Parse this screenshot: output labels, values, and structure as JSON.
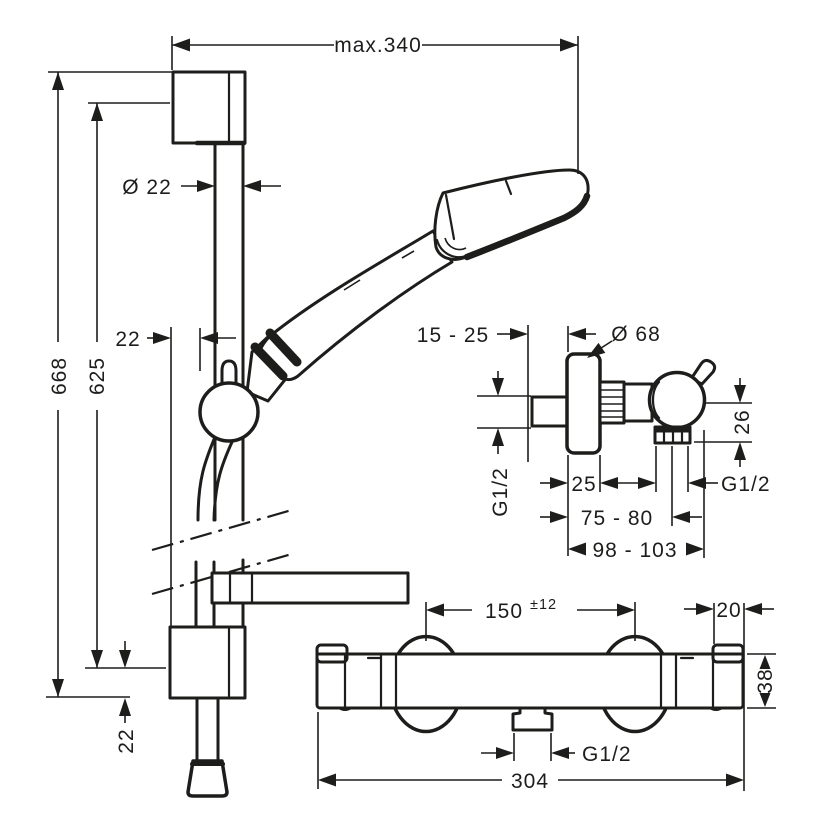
{
  "drawing": {
    "background": "#ffffff",
    "line_color": "#1d1d1b",
    "shower_unit": {
      "max_width": "max.340",
      "bar_diameter": "Ø 22",
      "total_height": "668",
      "hole_distance": "625",
      "slider_offset": "22",
      "bottom_offset": "22"
    },
    "mixer_side": {
      "wall_distance": "15 - 25",
      "escutcheon_diameter": "Ø 68",
      "escutcheon_depth": "25",
      "wall_thread": "G1/2",
      "outlet_thread": "G1/2",
      "outlet_drop": "26",
      "depth_inner": "75 - 80",
      "depth_outer": "98 - 103"
    },
    "mixer_front": {
      "connection_distance": "150",
      "connection_tolerance": "±12",
      "cap_width": "20",
      "body_height": "38",
      "outlet_thread": "G1/2",
      "overall_width": "304"
    }
  }
}
